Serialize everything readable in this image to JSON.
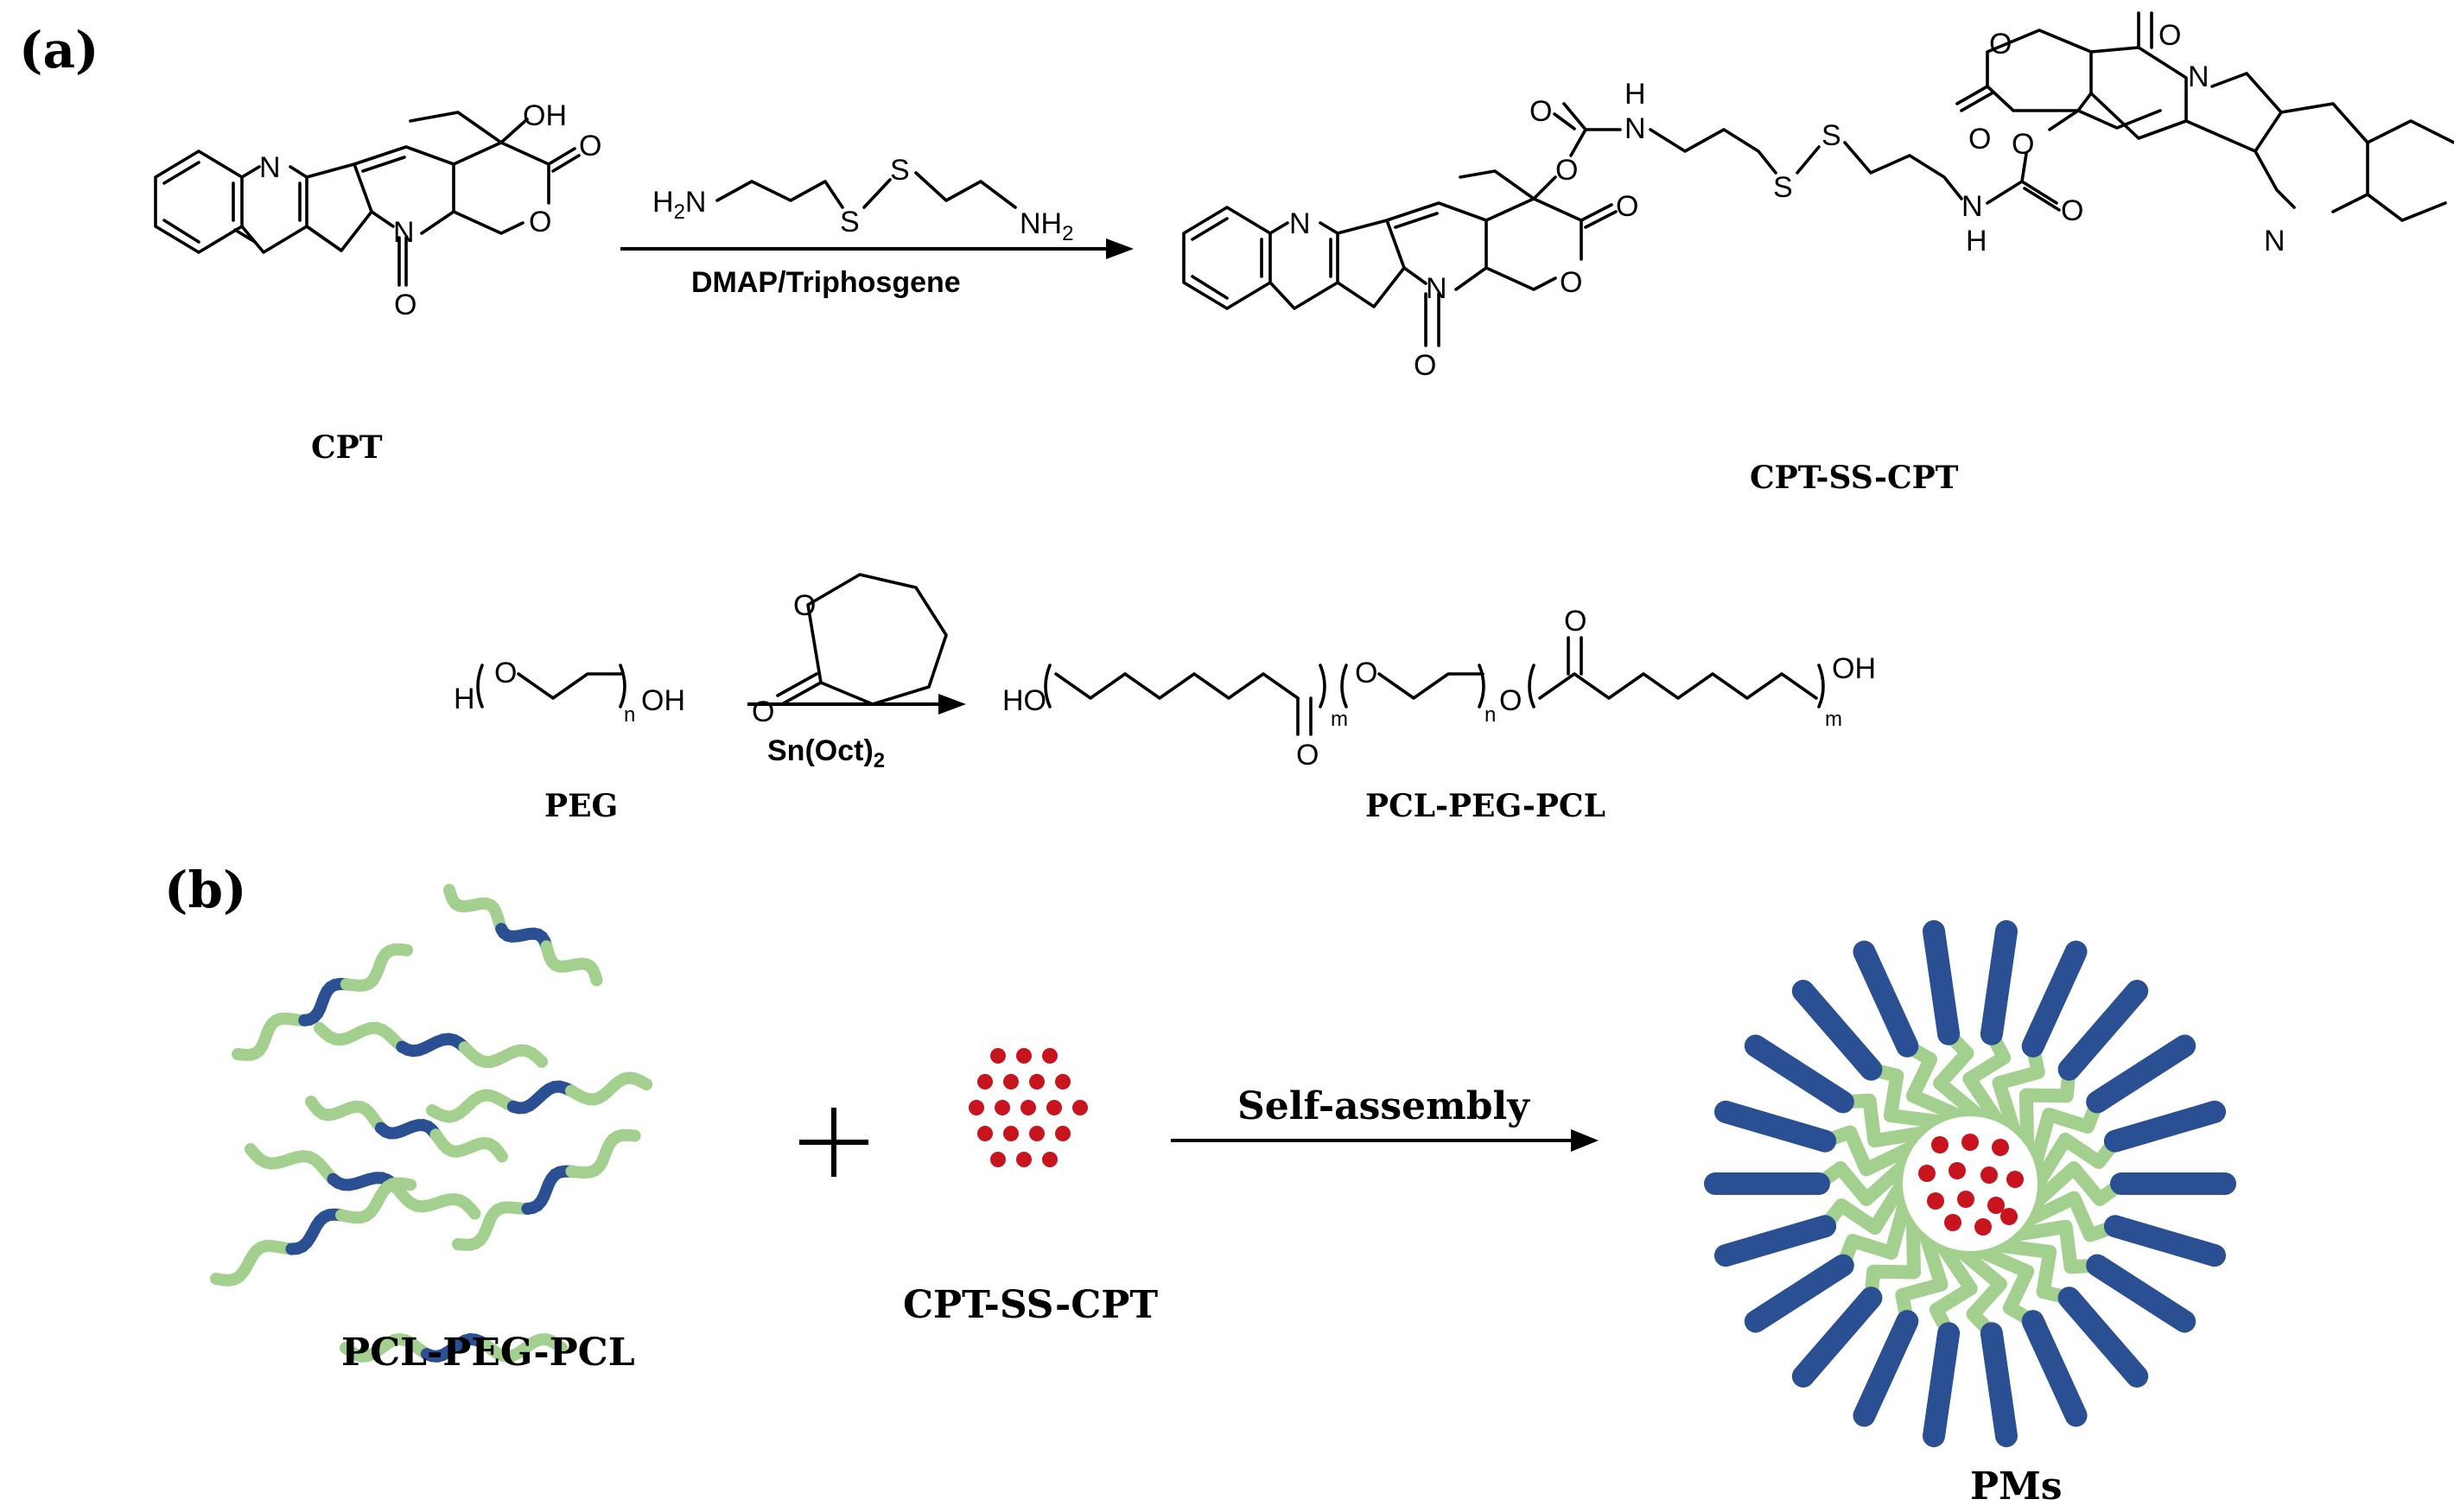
{
  "panels": {
    "a": {
      "label": "(a)",
      "cpt_caption": "CPT",
      "reagent_amine": {
        "h2n": "H2N",
        "s1": "S",
        "s2": "S",
        "nh2": "NH2"
      },
      "reagent_conditions": "DMAP/Triphosgene",
      "product_caption": "CPT-SS-CPT",
      "peg_caption": "PEG",
      "monomer_conditions": "Sn(Oct)2",
      "copolymer_caption": "PCL-PEG-PCL",
      "atoms": {
        "oh": "OH",
        "o": "O",
        "n": "N",
        "h": "H",
        "nh": "H",
        "ho": "HO",
        "n_sub": "n",
        "m_sub": "m",
        "s": "S"
      }
    },
    "b": {
      "label": "(b)",
      "plus": "+",
      "polymer_caption": "PCL-PEG-PCL",
      "drug_caption": "CPT-SS-CPT",
      "process": "Self-assembly",
      "micelle_caption": "PMs"
    }
  },
  "colors": {
    "pcl_block": "#a3d08f",
    "peg_block": "#2a4f93",
    "drug": "#c8141e"
  }
}
